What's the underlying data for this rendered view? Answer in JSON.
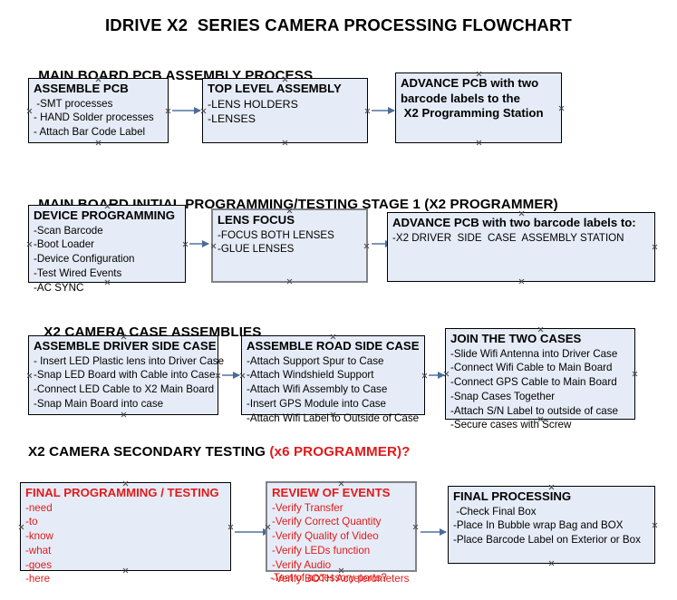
{
  "document": {
    "title": "IDRIVE X2  SERIES CAMERA PROCESSING FLOWCHART"
  },
  "colors": {
    "box_fill": "#e6ecf7",
    "box_border": "#000000",
    "box_border_gray": "#808287",
    "arrow": "#7d96b8",
    "arrow_head": "#4a6c99",
    "red_text": "#e01b1b",
    "text": "#000000",
    "background": "#ffffff"
  },
  "sections": [
    {
      "id": "main-board-pcb-assembly-process",
      "heading": "MAIN BOARD PCB ASSEMBLY PROCESS",
      "heading_red_suffix": "",
      "boxes": [
        {
          "id": "assemble-pcb",
          "header": "ASSEMBLE PCB",
          "header_red": false,
          "border": "black",
          "items": [
            " -SMT processes",
            "- HAND Solder processes",
            "- Attach Bar Code Label"
          ]
        },
        {
          "id": "top-level-assembly",
          "header": "TOP LEVEL ASSEMBLY",
          "header_red": false,
          "border": "black",
          "items": [
            "-LENS HOLDERS",
            "-LENSES"
          ]
        },
        {
          "id": "advance-pcb-to-x2-programming-station",
          "header": "ADVANCE PCB with two",
          "header_red": false,
          "border": "black",
          "header_extra_lines": [
            "barcode labels to the",
            " X2 Programming Station"
          ],
          "items": []
        }
      ]
    },
    {
      "id": "main-board-initial-programming",
      "heading": "MAIN BOARD INITIAL PROGRAMMING/TESTING STAGE 1 (X2 PROGRAMMER)",
      "heading_red_suffix": "",
      "boxes": [
        {
          "id": "device-programming",
          "header": "DEVICE PROGRAMMING",
          "header_red": false,
          "border": "black",
          "items": [
            "-Scan Barcode",
            "-Boot Loader",
            "-Device Configuration",
            "-Test Wired Events",
            "-AC SYNC"
          ]
        },
        {
          "id": "lens-focus",
          "header": "LENS FOCUS",
          "header_red": false,
          "border": "gray",
          "items": [
            "-FOCUS BOTH LENSES",
            "-GLUE LENSES"
          ]
        },
        {
          "id": "advance-pcb-to-driver-side-case-assembly",
          "header": "ADVANCE PCB with two barcode labels to:",
          "header_red": false,
          "border": "black",
          "items": [
            "-X2 DRIVER  SIDE  CASE  ASSEMBLY STATION"
          ]
        }
      ]
    },
    {
      "id": "x2-camera-case-assemblies",
      "heading": "X2 CAMERA CASE ASSEMBLIES",
      "heading_red_suffix": "",
      "boxes": [
        {
          "id": "assemble-driver-side-case",
          "header": "ASSEMBLE DRIVER SIDE CASE",
          "header_red": false,
          "border": "black",
          "items": [
            "- Insert LED Plastic lens into Driver Case",
            "-Snap LED Board with Cable into Case",
            "-Connect LED Cable to X2 Main Board",
            "-Snap Main Board into case"
          ]
        },
        {
          "id": "assemble-road-side-case",
          "header": "ASSEMBLE ROAD SIDE CASE",
          "header_red": false,
          "border": "black",
          "items": [
            "-Attach Support Spur to Case",
            "-Attach Windshield Support",
            "-Attach Wifi Assembly to Case",
            "-Insert GPS Module into Case",
            "-Attach Wifi Label to Outside of Case"
          ]
        },
        {
          "id": "join-the-two-cases",
          "header": "JOIN THE TWO CASES",
          "header_red": false,
          "border": "black",
          "items": [
            "-Slide Wifi Antenna into Driver Case",
            "-Connect Wifi Cable to Main Board",
            "-Connect GPS Cable to Main Board",
            "-Snap Cases Together",
            "-Attach S/N Label to outside of case",
            "-Secure cases with Screw"
          ]
        }
      ]
    },
    {
      "id": "x2-camera-secondary-testing",
      "heading": "X2 CAMERA SECONDARY TESTING ",
      "heading_red_suffix": "(x6 PROGRAMMER)?",
      "boxes": [
        {
          "id": "final-programming-testing",
          "header": "FINAL PROGRAMMING / TESTING",
          "header_red": true,
          "border": "black",
          "items": [
            "-need",
            "-to",
            "-know",
            "-what",
            "-goes",
            "-here"
          ]
        },
        {
          "id": "review-of-events",
          "header": "REVIEW OF EVENTS",
          "header_red": true,
          "border": "gray",
          "items": [
            "-Verify Transfer",
            "-Verify Correct Quantity",
            "-Verify Quality of Video",
            "-Verify LEDs function",
            "-Verify Audio",
            "-Verify BOTH Accelerometers"
          ],
          "overflow_item": "-Test of accessory ports?"
        },
        {
          "id": "final-processing",
          "header": "FINAL PROCESSING",
          "header_red": false,
          "border": "black",
          "items": [
            " -Check Final Box",
            "-Place In Bubble wrap Bag and BOX",
            "-Place Barcode Label on Exterior or Box"
          ]
        }
      ]
    }
  ]
}
